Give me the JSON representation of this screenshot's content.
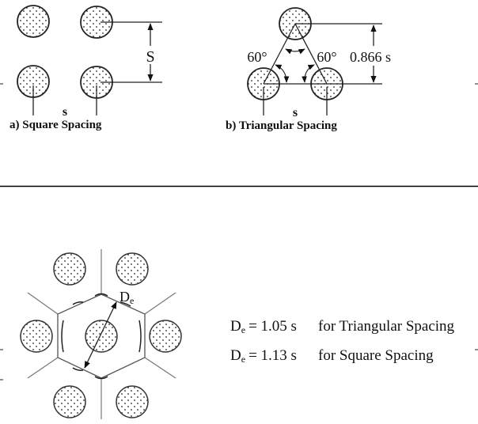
{
  "figure_a": {
    "caption": "a) Square Spacing",
    "vertical_spacing_label": "S",
    "horizontal_spacing_label": "s"
  },
  "figure_b": {
    "caption": "b) Triangular Spacing",
    "angle_left_label": "60°",
    "angle_right_label": "60°",
    "height_label": "0.866 s",
    "horizontal_spacing_label": "s"
  },
  "figure_c": {
    "diameter_label": "D",
    "diameter_subscript": "e"
  },
  "equations": [
    {
      "lhs": "D",
      "sub": "e",
      "rhs": "= 1.05 s",
      "note": "for Triangular Spacing"
    },
    {
      "lhs": "D",
      "sub": "e",
      "rhs": "= 1.13 s",
      "note": "for Square Spacing"
    }
  ]
}
